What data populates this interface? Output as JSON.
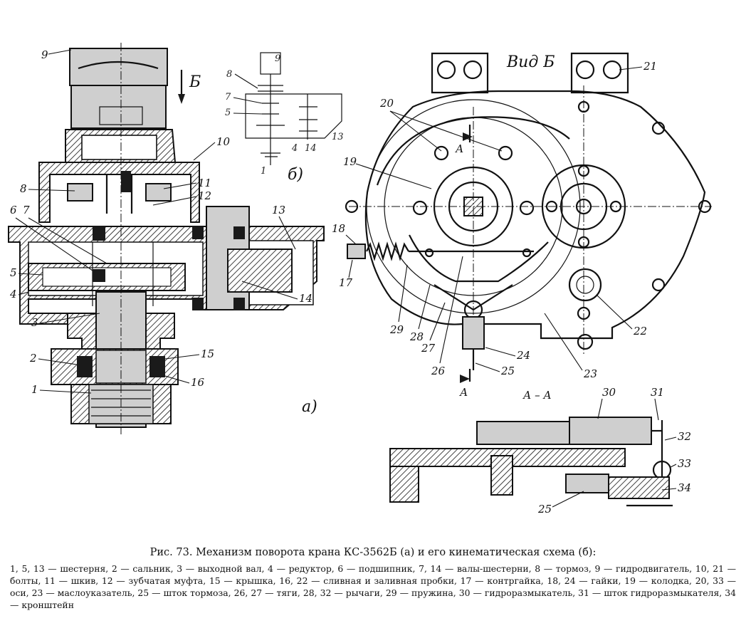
{
  "caption": {
    "title": "Рис. 73. Механизм поворота крана КС-3562Б (а) и его кинематическая схема (б):",
    "legend": "1, 5, 13 — шестерня, 2 — сальник, 3 — выходной вал, 4 — редуктор, 6 — подшипник, 7, 14 — валы-шестерни, 8 — тормоз, 9 — гидродвигатель, 10, 21 — болты, 11 — шкив, 12 — зубчатая муфта, 15 — крышка, 16, 22 — сливная и заливная пробки, 17 — контргайка, 18, 24 — гайки, 19 — колодка, 20, 33 — оси, 23 — маслоуказатель, 25 — шток тормоза, 26, 27 — тяги, 28, 32 — рычаги, 29 — пружина, 30 — гидроразмыкатель, 31 — шток гидроразмыкателя, 34 — кронштейн"
  },
  "view_labels": {
    "a": "а)",
    "b": "б)",
    "view_b": "Вид Б",
    "arrow_b": "Б",
    "section": "А – А",
    "cut_a": "А"
  },
  "callouts": {
    "n1": "1",
    "n2": "2",
    "n3": "3",
    "n4": "4",
    "n5": "5",
    "n6": "6",
    "n7": "7",
    "n8": "8",
    "n9": "9",
    "n10": "10",
    "n11": "11",
    "n12": "12",
    "n13": "13",
    "n14": "14",
    "n15": "15",
    "n16": "16",
    "n17": "17",
    "n18": "18",
    "n19": "19",
    "n20": "20",
    "n21": "21",
    "n22": "22",
    "n23": "23",
    "n24": "24",
    "n25": "25",
    "n26": "26",
    "n27": "27",
    "n28": "28",
    "n29": "29",
    "n30": "30",
    "n31": "31",
    "n32": "32",
    "n33": "33",
    "n34": "34"
  },
  "schematic_callouts": {
    "s9": "9",
    "s8": "8",
    "s7": "7",
    "s5": "5",
    "s13": "13",
    "s4": "4",
    "s14": "14",
    "s1": "1"
  }
}
